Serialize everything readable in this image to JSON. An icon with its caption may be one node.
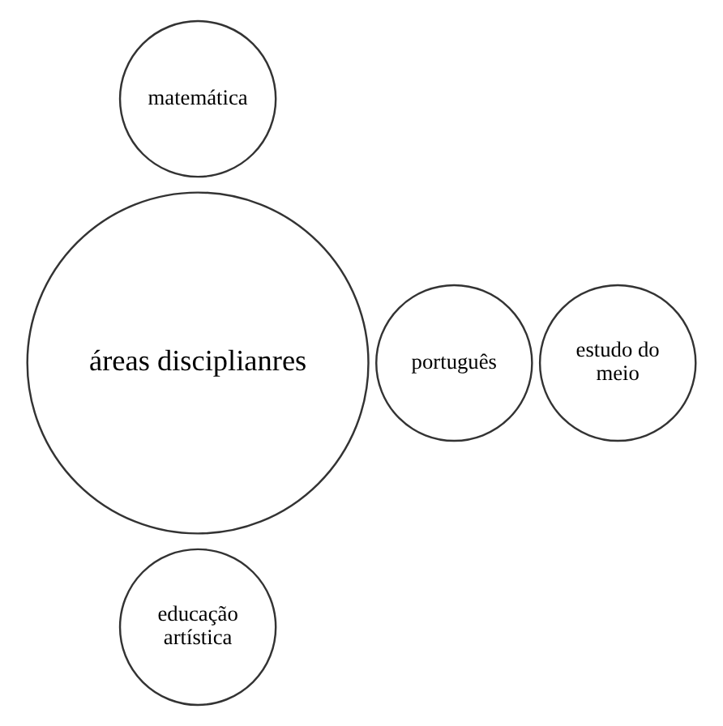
{
  "diagram": {
    "nodes": [
      {
        "text": [
          "matemática"
        ]
      },
      {
        "text": [
          "português"
        ]
      },
      {
        "text": [
          "áreas disciplianres"
        ]
      },
      {
        "text": [
          "estudo do meio"
        ]
      },
      {
        "text": [
          "educação artística"
        ]
      }
    ]
  }
}
